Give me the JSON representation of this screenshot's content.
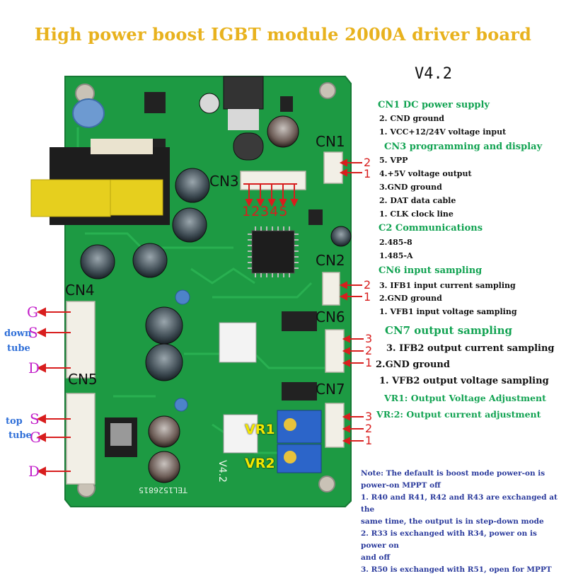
{
  "title": "High power boost IGBT module 2000A driver board",
  "version": "V4.2",
  "right_panel": {
    "cn1_heading": "CN1 DC power supply",
    "cn1_2": "2. CND ground",
    "cn1_1": "1. VCC+12/24V voltage input",
    "cn3_heading": "CN3 programming and display",
    "cn3_5": "5. VPP",
    "cn3_4": "4.+5V voltage output",
    "cn3_3": "3.GND ground",
    "cn3_2": "2. DAT data cable",
    "cn3_1": "1. CLK clock line",
    "c2_heading": "C2 Communications",
    "c2_2": "2.485-8",
    "c2_1": "1.485-A",
    "cn6_heading": "CN6 input sampling",
    "cn6_3": "3. IFB1 input current sampling",
    "cn6_2": "2.GND ground",
    "cn6_1": "1. VFB1 input voltage sampling",
    "cn7_heading": "CN7 output sampling",
    "cn7_3": "3. IFB2 output current sampling",
    "cn7_2": "2.GND ground",
    "cn7_1": "1. VFB2 output voltage sampling",
    "vr1": "VR1: Output Voltage Adjustment",
    "vr2": "VR:2: Output current adjustment"
  },
  "note": {
    "l1": "Note: The default is boost mode power-on is",
    "l2": "power-on MPPT off",
    "l3": "1. R40 and R41, R42 and R43 are exchanged at the",
    "l4": "same time, the output is in step-down mode",
    "l5": "2. R33 is exchanged with R34, power on is power on",
    "l6": "and off",
    "l7": "3. R50 is exchanged with R51, open for MPPT"
  },
  "board_labels": {
    "cn1": "CN1",
    "cn3": "CN3",
    "cn3_pins": "12345",
    "cn2": "CN2",
    "cn4": "CN4",
    "cn5": "CN5",
    "cn6": "CN6",
    "cn7": "CN7",
    "vr1": "VR1",
    "vr2": "VR2",
    "silk_v42": "V4.2",
    "silk_model": "TEL1526815"
  },
  "pin_numbers": {
    "cn1_2": "2",
    "cn1_1": "1",
    "cn2_2": "2",
    "cn2_1": "1",
    "cn6_3": "3",
    "cn6_2": "2",
    "cn6_1": "1",
    "cn7_3": "3",
    "cn7_2": "2",
    "cn7_1": "1"
  },
  "left_labels": {
    "down_g": "G",
    "down_s": "S",
    "down_d": "D",
    "down_word1": "down",
    "down_word2": "tube",
    "top_s": "S",
    "top_g": "G",
    "top_d": "D",
    "top_word1": "top",
    "top_word2": "tube"
  },
  "colors": {
    "title": "#e8b21e",
    "pcb": "#1d9a43",
    "heading_green": "#12a352",
    "note_blue": "#2a3a9c",
    "magenta": "#c21ec9",
    "arrow_red": "#d81e1e"
  }
}
